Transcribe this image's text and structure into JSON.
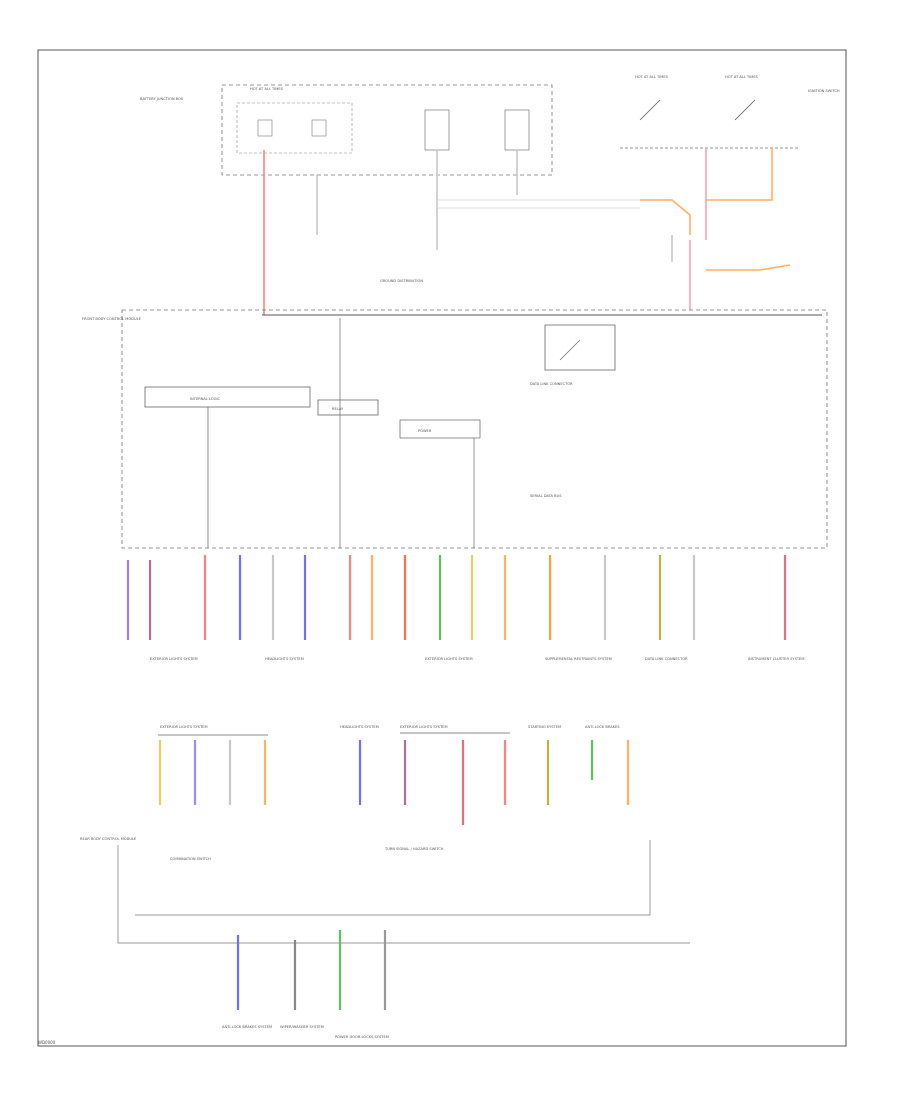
{
  "page_label": "WD0000",
  "colors": {
    "frame": "#555555",
    "wire_red": "#ff8080",
    "wire_pink": "#ff9fb0",
    "wire_orange": "#ffb060",
    "wire_blue": "#7070ff",
    "wire_green": "#60c060",
    "wire_yellow": "#e8d060",
    "wire_violet": "#a080d0",
    "wire_grey": "#c8c8c8"
  },
  "labels": {
    "fuse_box": "HOT AT ALL TIMES",
    "fuse_note": "BATTERY JUNCTION BOX",
    "hot_run_1": "HOT AT ALL TIMES",
    "hot_run_2": "HOT AT ALL TIMES",
    "ignition": "IGNITION SWITCH",
    "ground_label": "GROUND DISTRIBUTION",
    "module_1": "FRONT BODY CONTROL MODULE",
    "sub_module_1": "INTERNAL LOGIC",
    "sub_module_2": "RELAY",
    "sub_module_3": "POWER",
    "data_link": "DATA LINK CONNECTOR",
    "bus_label": "SERIAL DATA BUS",
    "bottom_1": "EXTERIOR LIGHTS SYSTEM",
    "bottom_2": "HEADLIGHTS SYSTEM",
    "bottom_3": "EXTERIOR LIGHTS SYSTEM",
    "bottom_4": "SUPPLEMENTAL RESTRAINTS SYSTEM",
    "bottom_5": "DATA LINK CONNECTOR",
    "bottom_6": "INSTRUMENT CLUSTER SYSTEM",
    "lower_a": "EXTERIOR LIGHTS SYSTEM",
    "lower_b": "HEADLIGHTS SYSTEM",
    "lower_c": "EXTERIOR LIGHTS SYSTEM",
    "lower_d": "STARTING SYSTEM",
    "lower_e": "ANTI-LOCK BRAKES",
    "combo_switch": "COMBINATION SWITCH",
    "turn_signal": "TURN SIGNAL / HAZARD SWITCH",
    "module_2": "REAR BODY CONTROL MODULE",
    "out_1": "ANTI-LOCK BRAKES SYSTEM",
    "out_2": "WIPER/WASHER SYSTEM",
    "out_3": "POWER DOOR LOCKS SYSTEM"
  }
}
